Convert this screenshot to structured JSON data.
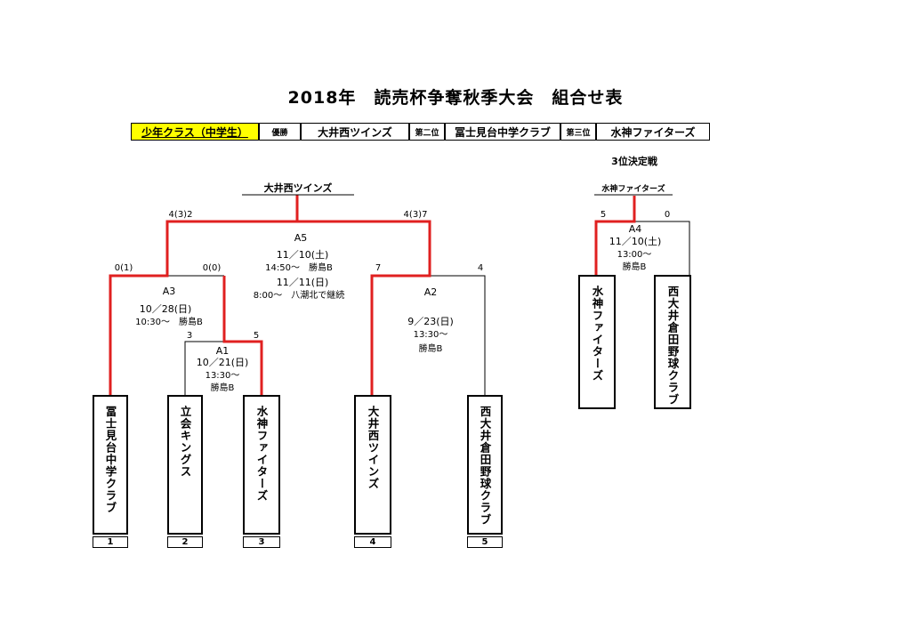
{
  "title": "2018年　読売杯争奪秋季大会　組合せ表",
  "header": {
    "class_label": "少年クラス（中学生）",
    "first_label": "優勝",
    "first_team": "大井西ツインズ",
    "second_label": "第二位",
    "second_team": "冨士見台中学クラブ",
    "third_label": "第三位",
    "third_team": "水神ファイターズ"
  },
  "colors": {
    "winner_line": "#e02020",
    "class_bg": "#ffff00"
  },
  "main_bracket": {
    "champion": "大井西ツインズ",
    "teams": [
      {
        "team": "冨士見台中学クラブ",
        "number": "1"
      },
      {
        "team": "立会キングス",
        "number": "2"
      },
      {
        "team": "水神ファイターズ",
        "number": "3"
      },
      {
        "team": "大井西ツインズ",
        "number": "4"
      },
      {
        "team": "西大井倉田野球クラブ",
        "number": "5"
      }
    ],
    "games": {
      "a1": {
        "id": "A1",
        "date": "10／21(日)",
        "time": "13:30～",
        "venue": "勝島B",
        "score_left": "3",
        "score_right": "5"
      },
      "a2": {
        "id": "A2",
        "date": "9／23(日)",
        "time": "13:30～",
        "venue": "勝島B",
        "score_left": "7",
        "score_right": "4"
      },
      "a3": {
        "id": "A3",
        "date": "10／28(日)",
        "time": "10:30～　勝島B",
        "score_left": "0(1)",
        "score_right": "0(0)"
      },
      "a5": {
        "id": "A5",
        "date": "11／10(土)",
        "time": "14:50～　勝島B",
        "date2": "11／11(日)",
        "time2": "8:00～　八潮北で継続",
        "score_left": "4(3)2",
        "score_right": "4(3)7"
      }
    }
  },
  "third_place": {
    "title": "3位決定戦",
    "winner": "水神ファイターズ",
    "game": {
      "id": "A4",
      "date": "11／10(土)",
      "time": "13:00～",
      "venue": "勝島B",
      "score_left": "5",
      "score_right": "0"
    },
    "teams": [
      {
        "team": "水神ファイターズ"
      },
      {
        "team": "西大井倉田野球クラブ"
      }
    ]
  }
}
